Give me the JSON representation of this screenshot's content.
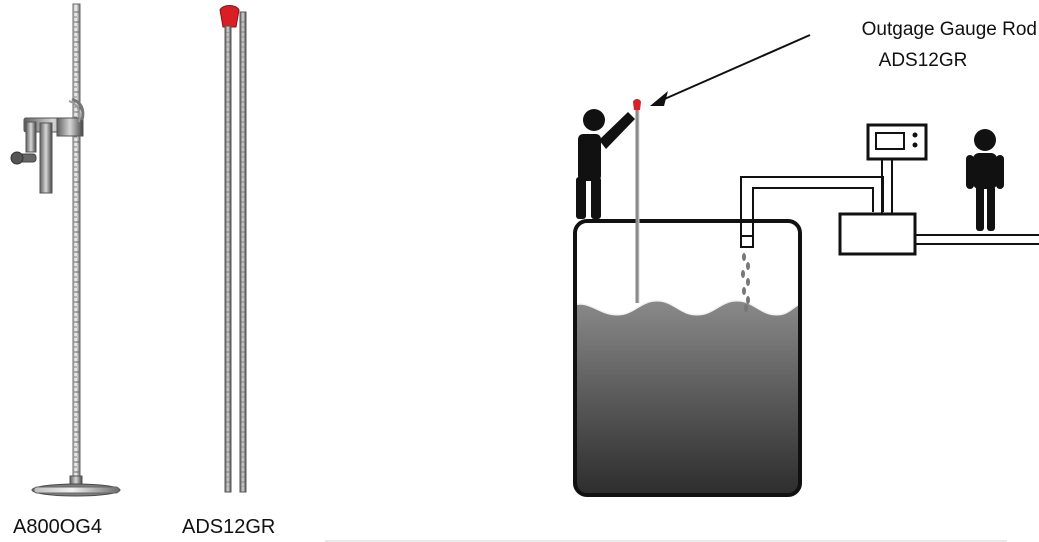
{
  "products": {
    "left_label": "A800OG4",
    "right_label": "ADS12GR"
  },
  "callout": {
    "line1": "Outgage Gauge Rod",
    "line2": "ADS12GR"
  },
  "colors": {
    "liquid_dark": "#2e2e2e",
    "liquid_light": "#8a8a8a",
    "rod_tip": "#d81f26",
    "outline": "#111111",
    "metal_dark": "#4a4a4a",
    "metal_light": "#d9d9d9"
  },
  "icons": {
    "person_left": "person-icon",
    "person_right": "person-icon",
    "arrow": "arrow-icon",
    "display": "display-icon",
    "dispenser": "dispenser-icon"
  }
}
